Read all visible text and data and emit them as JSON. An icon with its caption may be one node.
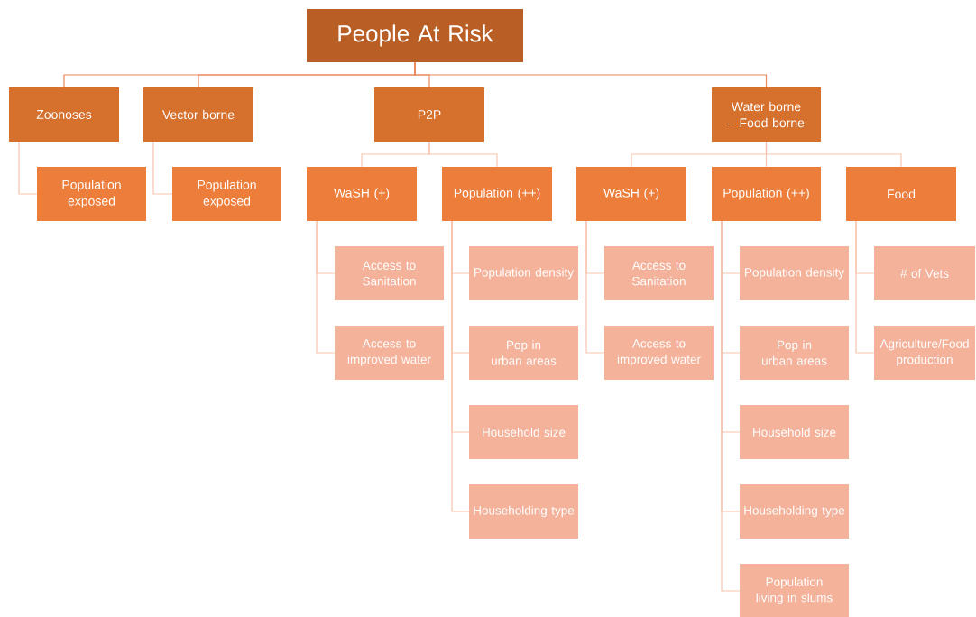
{
  "diagram": {
    "nodes": [
      {
        "text": [
          "People At Risk"
        ]
      },
      {
        "text": [
          "Zoonoses"
        ]
      },
      {
        "text": [
          "Vector borne"
        ]
      },
      {
        "text": [
          "P2P"
        ]
      },
      {
        "text": [
          "Water borne – Food borne"
        ]
      },
      {
        "text": [
          "Population exposed"
        ]
      },
      {
        "text": [
          "Population exposed"
        ]
      },
      {
        "text": [
          "WaSH (+)"
        ]
      },
      {
        "text": [
          "Population (++)"
        ]
      },
      {
        "text": [
          "Access to Sanitation"
        ]
      },
      {
        "text": [
          "Access to improved water"
        ]
      },
      {
        "text": [
          "Population density"
        ]
      },
      {
        "text": [
          "Pop in urban areas"
        ]
      },
      {
        "text": [
          "Household size"
        ]
      },
      {
        "text": [
          "Householding type"
        ]
      },
      {
        "text": [
          "WaSH (+)"
        ]
      },
      {
        "text": [
          "Population (++)"
        ]
      },
      {
        "text": [
          "Food"
        ]
      },
      {
        "text": [
          "Access to Sanitation"
        ]
      },
      {
        "text": [
          "Access to improved water"
        ]
      },
      {
        "text": [
          "Population density"
        ]
      },
      {
        "text": [
          "Pop in urban areas"
        ]
      },
      {
        "text": [
          "Household size"
        ]
      },
      {
        "text": [
          "Householding type"
        ]
      },
      {
        "text": [
          "Population living in slums"
        ]
      },
      {
        "text": [
          "# of Vets"
        ]
      },
      {
        "text": [
          "Agriculture/Food production"
        ]
      }
    ],
    "edges": [
      {
        "from": 0,
        "to": 1,
        "arrow": "none"
      },
      {
        "from": 0,
        "to": 2,
        "arrow": "none"
      },
      {
        "from": 0,
        "to": 3,
        "arrow": "none"
      },
      {
        "from": 0,
        "to": 4,
        "arrow": "none"
      },
      {
        "from": 1,
        "to": 5,
        "arrow": "none"
      },
      {
        "from": 2,
        "to": 6,
        "arrow": "none"
      },
      {
        "from": 3,
        "to": 7,
        "arrow": "none"
      },
      {
        "from": 3,
        "to": 8,
        "arrow": "none"
      },
      {
        "from": 7,
        "to": 9,
        "arrow": "none"
      },
      {
        "from": 7,
        "to": 10,
        "arrow": "none"
      },
      {
        "from": 8,
        "to": 11,
        "arrow": "none"
      },
      {
        "from": 8,
        "to": 12,
        "arrow": "none"
      },
      {
        "from": 8,
        "to": 13,
        "arrow": "none"
      },
      {
        "from": 8,
        "to": 14,
        "arrow": "none"
      },
      {
        "from": 4,
        "to": 15,
        "arrow": "none"
      },
      {
        "from": 4,
        "to": 16,
        "arrow": "none"
      },
      {
        "from": 4,
        "to": 17,
        "arrow": "none"
      },
      {
        "from": 15,
        "to": 18,
        "arrow": "none"
      },
      {
        "from": 15,
        "to": 19,
        "arrow": "none"
      },
      {
        "from": 16,
        "to": 20,
        "arrow": "none"
      },
      {
        "from": 16,
        "to": 21,
        "arrow": "none"
      },
      {
        "from": 16,
        "to": 22,
        "arrow": "none"
      },
      {
        "from": 16,
        "to": 23,
        "arrow": "none"
      },
      {
        "from": 16,
        "to": 24,
        "arrow": "none"
      },
      {
        "from": 17,
        "to": 25,
        "arrow": "none"
      },
      {
        "from": 17,
        "to": 26,
        "arrow": "none"
      }
    ]
  }
}
